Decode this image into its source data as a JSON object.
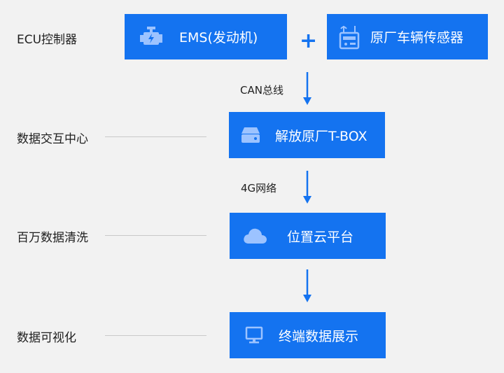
{
  "layers": [
    {
      "label": "ECU控制器"
    },
    {
      "label": "数据交互中心"
    },
    {
      "label": "百万数据清洗"
    },
    {
      "label": "数据可视化"
    }
  ],
  "nodes": {
    "ems": {
      "label": "EMS(发动机)",
      "icon": "engine-icon"
    },
    "sensors": {
      "label": "原厂车辆传感器",
      "icon": "radio-device-icon"
    },
    "tbox": {
      "label": "解放原厂T-BOX",
      "icon": "hard-drive-icon"
    },
    "cloud": {
      "label": "位置云平台",
      "icon": "cloud-icon"
    },
    "display": {
      "label": "终端数据展示",
      "icon": "monitor-icon"
    }
  },
  "plus_symbol": "+",
  "edges": [
    {
      "from": "sensors",
      "to": "tbox",
      "label": "CAN总线"
    },
    {
      "from": "tbox",
      "to": "cloud",
      "label": "4G网络"
    },
    {
      "from": "cloud",
      "to": "display",
      "label": ""
    }
  ],
  "colors": {
    "node_fill": "#1473f0",
    "arrow": "#1473f0",
    "background": "#f2f2f2"
  }
}
